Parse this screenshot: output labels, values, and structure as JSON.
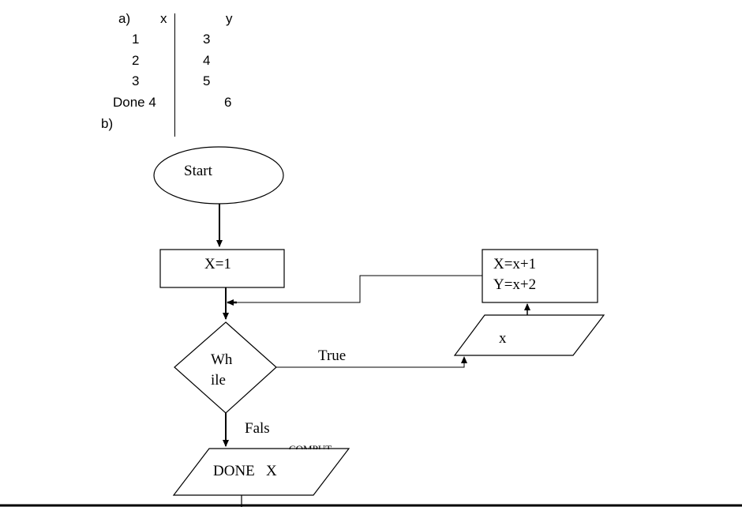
{
  "table": {
    "part_label": "a)",
    "header_x": "x",
    "header_y": "y",
    "rows": [
      {
        "x": "1",
        "y": "3"
      },
      {
        "x": "2",
        "y": "4"
      },
      {
        "x": "3",
        "y": "5"
      },
      {
        "x": "Done 4",
        "y": "6"
      }
    ]
  },
  "part_b_label": "b)",
  "flowchart": {
    "start": "Start",
    "init": "X=1",
    "decision_line1": "Wh",
    "decision_line2": "ile",
    "true_label": "True",
    "false_label": "Fals",
    "input_box": "x",
    "process_line1": "X=x+1",
    "process_line2": "Y=x+2",
    "output_box": "DONE   X",
    "overlap_text": "COMPUT"
  }
}
